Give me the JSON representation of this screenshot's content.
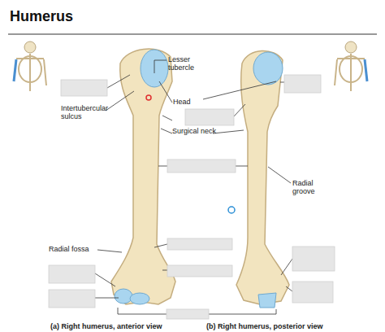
{
  "diagram": {
    "title": "Humerus",
    "labels": [
      "Lesser tubercle",
      "Head",
      "Intertubercular sulcus",
      "Surgical neck",
      "Radial groove",
      "Radial fossa",
      "(a) Right humerus, anterior view",
      "(b) Right humerus, posterior view"
    ]
  }
}
